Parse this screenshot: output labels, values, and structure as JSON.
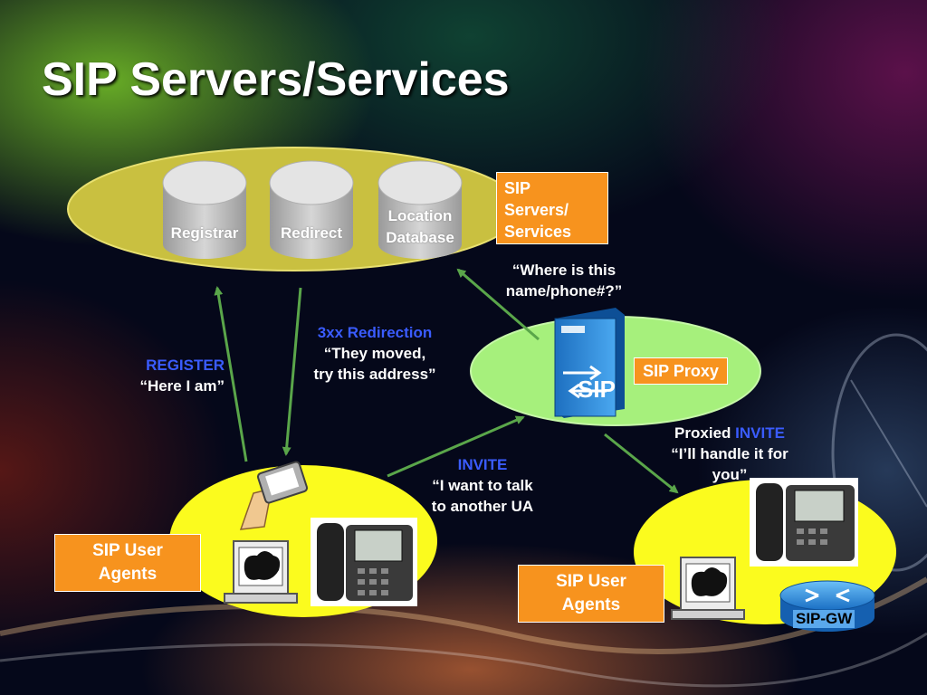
{
  "slide": {
    "title": "SIP Servers/Services"
  },
  "server_group": {
    "label_lines": [
      "SIP",
      "Servers/",
      "Services"
    ],
    "servers": [
      {
        "name": "registrar",
        "lines": [
          "Registrar"
        ]
      },
      {
        "name": "redirect",
        "lines": [
          "Redirect"
        ]
      },
      {
        "name": "location",
        "lines": [
          "Location",
          "Database"
        ]
      }
    ]
  },
  "proxy": {
    "label": "SIP Proxy",
    "server_icon_text": "SIP",
    "query_lines": [
      "“Where is this",
      "name/phone#?”"
    ]
  },
  "flows": {
    "register": {
      "keyword": "REGISTER",
      "quote": "“Here I am”"
    },
    "redirection": {
      "keyword": "3xx Redirection",
      "quote_lines": [
        "“They moved,",
        "try this address”"
      ]
    },
    "invite": {
      "keyword": "INVITE",
      "quote_lines": [
        "“I want to talk",
        "to another UA"
      ]
    },
    "proxied": {
      "prefix": "Proxied ",
      "keyword": "INVITE",
      "quote_lines": [
        "“I’ll handle it for",
        "you”"
      ]
    }
  },
  "user_agents_left": {
    "label_lines": [
      "SIP User",
      "Agents"
    ]
  },
  "user_agents_right": {
    "label_lines": [
      "SIP User",
      "Agents"
    ],
    "gateway_label": "SIP-GW"
  },
  "colors": {
    "ellipse_olive": "#c9c040",
    "ellipse_green": "#a6f07c",
    "ellipse_yellow": "#fbfb1e",
    "orange_box": "#f7931e",
    "arrow_green": "#5aa64a",
    "keyword_blue": "#3a5cff"
  }
}
